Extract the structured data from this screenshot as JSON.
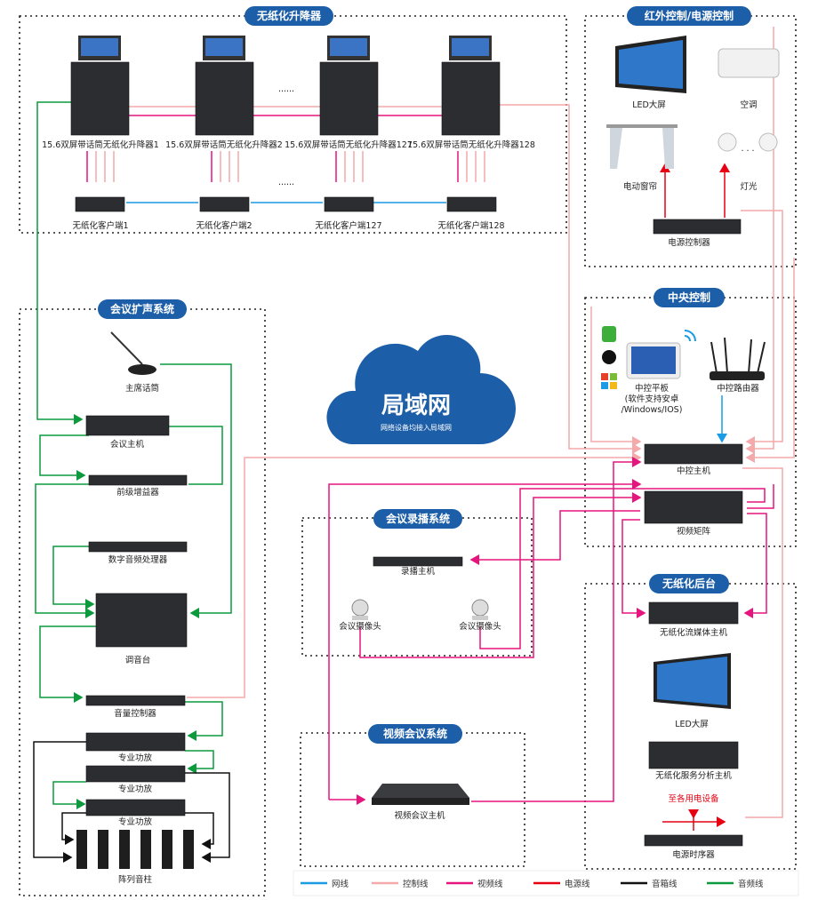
{
  "colors": {
    "title_pill": "#1d5ea8",
    "cloud": "#1d5ea8",
    "net": "#1a9be6",
    "control": "#f4a9aa",
    "video": "#e6157e",
    "power": "#e60012",
    "speaker": "#111111",
    "audio": "#0c9a3c"
  },
  "lifter_section": {
    "title": "无纸化升降器",
    "lifters": [
      "15.6双屏带话筒无纸化升降器1",
      "15.6双屏带话筒无纸化升降器2",
      "15.6双屏带话筒无纸化升降器127",
      "15.6双屏带话筒无纸化升降器128"
    ],
    "clients": [
      "无纸化客户端1",
      "无纸化客户端2",
      "无纸化客户端127",
      "无纸化客户端128"
    ],
    "ellipsis": "......"
  },
  "ir_section": {
    "title": "红外控制/电源控制",
    "led": "LED大屏",
    "ac": "空调",
    "curtain": "电动窗帘",
    "light": "灯光",
    "power_controller": "电源控制器",
    "light_dots": "· · ·"
  },
  "central_section": {
    "title": "中央控制",
    "tablet": "中控平板",
    "tablet_note1": "(软件支持安卓",
    "tablet_note2": "/Windows/IOS)",
    "router": "中控路由器",
    "host": "中控主机",
    "matrix": "视频矩阵"
  },
  "cloud": {
    "title": "局域网",
    "subtitle": "网络设备均接入局域网"
  },
  "audio_section": {
    "title": "会议扩声系统",
    "mic": "主席话筒",
    "conf_host": "会议主机",
    "preamp": "前级增益器",
    "dsp": "数字音频处理器",
    "mixer": "调音台",
    "volume": "音量控制器",
    "amps": [
      "专业功放",
      "专业功放",
      "专业功放"
    ],
    "speakers": "阵列音柱"
  },
  "record_section": {
    "title": "会议录播系统",
    "host": "录播主机",
    "cameras": [
      "会议摄像头",
      "会议摄像头"
    ]
  },
  "vc_section": {
    "title": "视频会议系统",
    "host": "视频会议主机"
  },
  "backend_section": {
    "title": "无纸化后台",
    "stream": "无纸化流媒体主机",
    "led": "LED大屏",
    "server": "无纸化服务分析主机",
    "to_devices": "至各用电设备",
    "sequencer": "电源时序器"
  },
  "legend": [
    {
      "label": "网线",
      "color": "#1a9be6"
    },
    {
      "label": "控制线",
      "color": "#f4a9aa"
    },
    {
      "label": "视频线",
      "color": "#e6157e"
    },
    {
      "label": "电源线",
      "color": "#e60012"
    },
    {
      "label": "音箱线",
      "color": "#111111"
    },
    {
      "label": "音频线",
      "color": "#0c9a3c"
    }
  ]
}
